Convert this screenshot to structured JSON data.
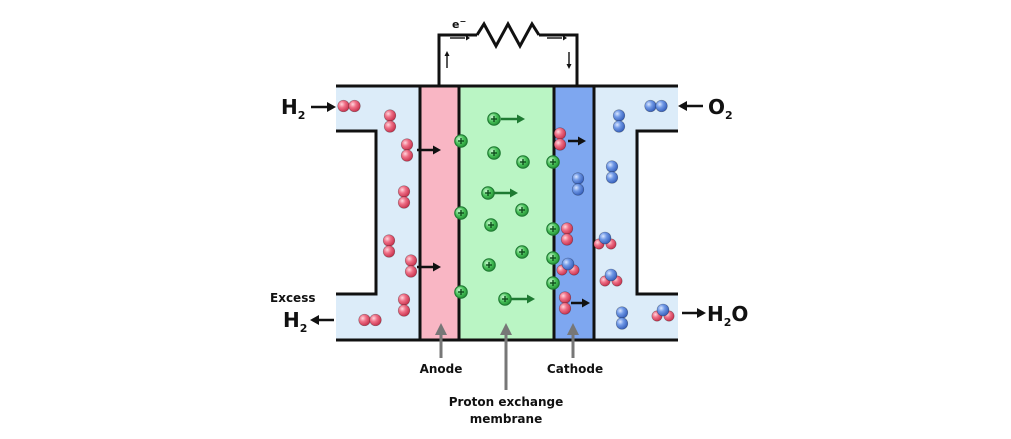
{
  "labels": {
    "electron": "e",
    "electron_sup": "−",
    "h2_in": "H",
    "h2_in_sub": "2",
    "o2_in": "O",
    "o2_in_sub": "2",
    "excess": "Excess",
    "h2_out": "H",
    "h2_out_sub": "2",
    "h2o_h": "H",
    "h2o_sub": "2",
    "h2o_o": "O",
    "anode": "Anode",
    "cathode": "Cathode",
    "membrane_line1": "Proton exchange",
    "membrane_line2": "membrane"
  },
  "colors": {
    "channel": "#dcecf9",
    "anode": "#f9b6c4",
    "membrane": "#baf5c4",
    "cathode": "#7ea7f0",
    "hydrogen": "#e8506a",
    "oxygen": "#5f8de0",
    "proton": "#3fb84f",
    "proton_arrow": "#1e7a32",
    "pointer": "#777777",
    "line": "#111111"
  },
  "icons": {
    "proton": "plus-circle-icon",
    "resistor": "zigzag-resistor-icon"
  }
}
